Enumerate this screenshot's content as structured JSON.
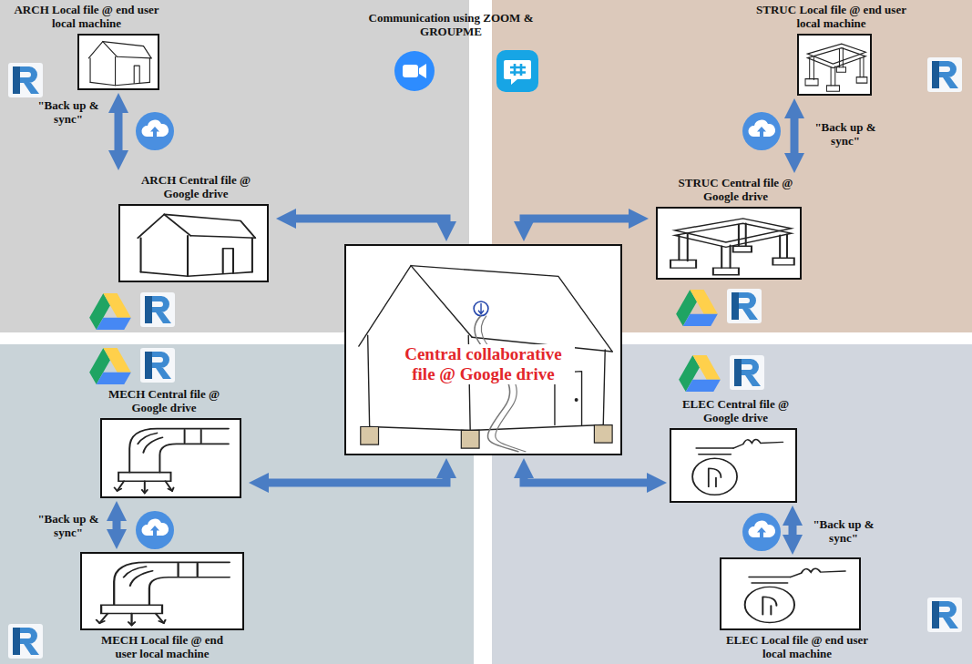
{
  "diagram": {
    "nodes": [
      {
        "text": [
          "ARCH Local file @ end user local machine"
        ]
      },
      {
        "text": [
          "STRUC Local file @ end user local machine"
        ]
      },
      {
        "text": [
          "ARCH Central file @ Google drive"
        ]
      },
      {
        "text": [
          "STRUC Central file @ Google drive"
        ]
      },
      {
        "text": [
          "Central collaborative file @ Google drive"
        ]
      },
      {
        "text": [
          "MECH Central file @ Google drive"
        ]
      },
      {
        "text": [
          "ELEC Central file @ Google drive"
        ]
      },
      {
        "text": [
          "MECH Local file @ end user local machine"
        ]
      },
      {
        "text": [
          "ELEC Local file @ end user local machine"
        ]
      }
    ],
    "edges": [
      {
        "from": 0,
        "to": 2,
        "arrow": "both",
        "label": "\"Back up & sync\""
      },
      {
        "from": 1,
        "to": 3,
        "arrow": "both",
        "label": "\"Back up & sync\""
      },
      {
        "from": 2,
        "to": 4,
        "arrow": "both"
      },
      {
        "from": 3,
        "to": 4,
        "arrow": "both"
      },
      {
        "from": 5,
        "to": 4,
        "arrow": "both"
      },
      {
        "from": 6,
        "to": 4,
        "arrow": "both"
      },
      {
        "from": 5,
        "to": 7,
        "arrow": "both",
        "label": "\"Back up & sync\""
      },
      {
        "from": 6,
        "to": 8,
        "arrow": "both",
        "label": "\"Back up & sync\""
      }
    ],
    "labels": [
      "Communication using ZOOM & GROUPME"
    ]
  }
}
